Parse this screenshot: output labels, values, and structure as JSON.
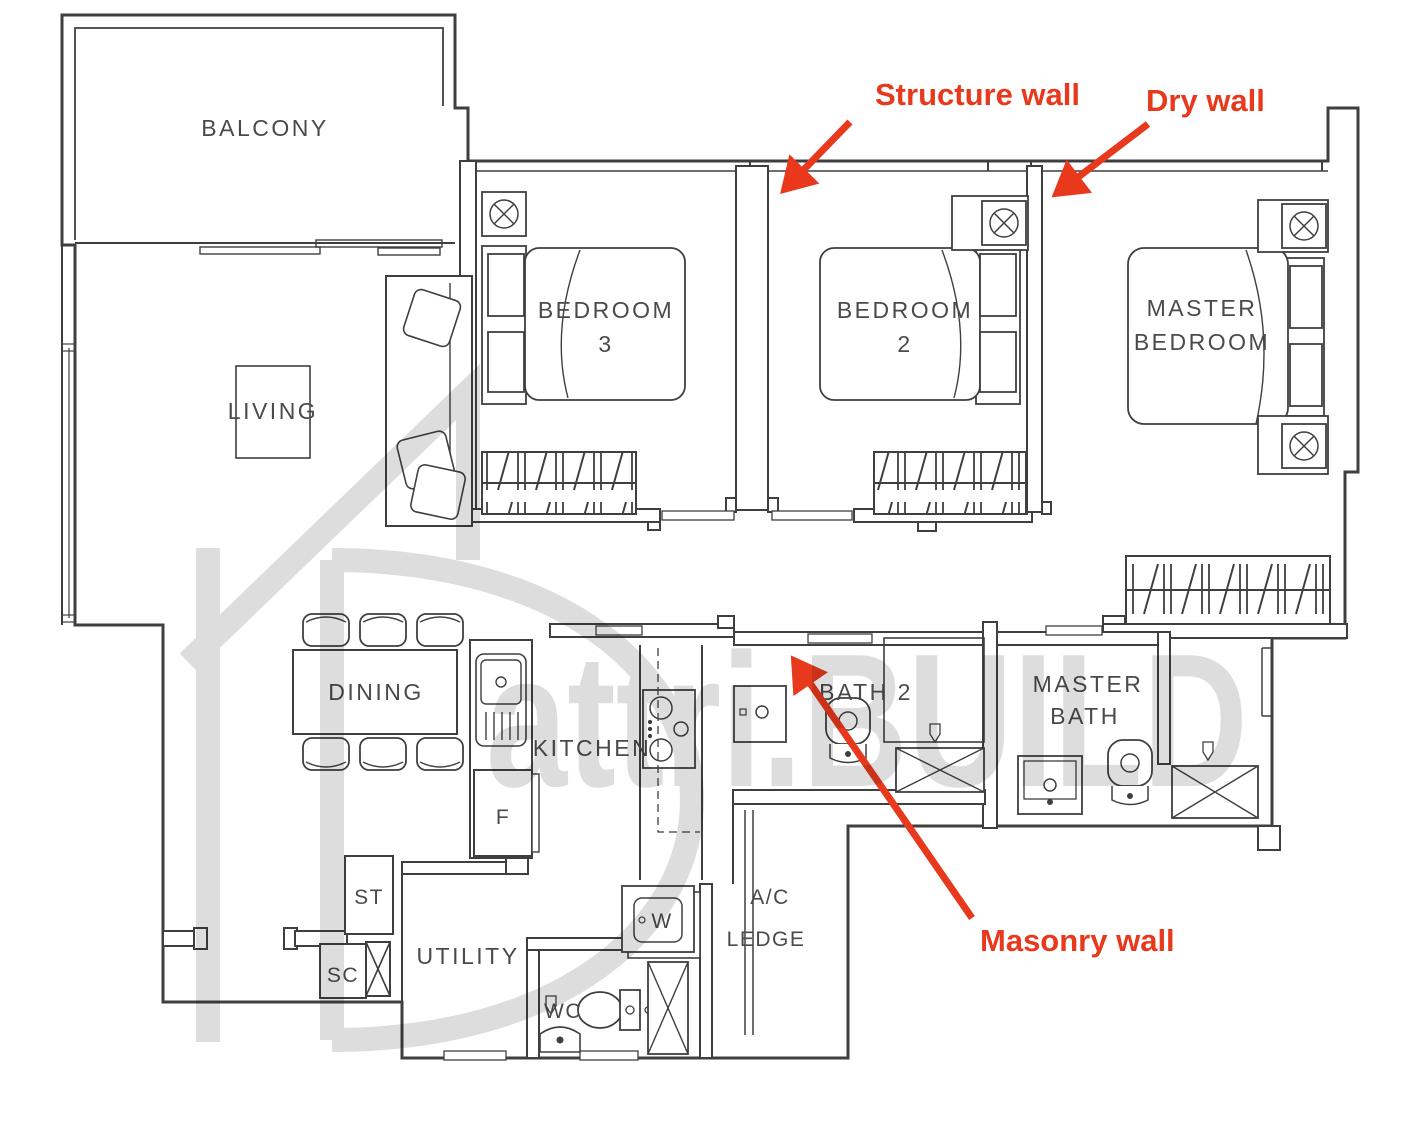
{
  "colors": {
    "plan_line": "#3f3f3f",
    "annotation": "#e8391c",
    "watermark": "#d2d2d2",
    "background": "#ffffff"
  },
  "annotations": {
    "structure_wall": "Structure wall",
    "dry_wall": "Dry wall",
    "masonry_wall": "Masonry wall"
  },
  "rooms": {
    "balcony": "BALCONY",
    "living": "LIVING",
    "dining": "DINING",
    "kitchen": "KITCHEN",
    "bedroom3_line1": "BEDROOM",
    "bedroom3_line2": "3",
    "bedroom2_line1": "BEDROOM",
    "bedroom2_line2": "2",
    "master_bedroom_line1": "MASTER",
    "master_bedroom_line2": "BEDROOM",
    "bath2": "BATH 2",
    "master_bath_line1": "MASTER",
    "master_bath_line2": "BATH",
    "utility": "UTILITY",
    "wc": "WC",
    "store": "ST",
    "shoe_cabinet": "SC",
    "ac_ledge_line1": "A/C",
    "ac_ledge_line2": "LEDGE"
  },
  "fixtures": {
    "fridge": "F",
    "washer": "W"
  },
  "icons": {
    "fan": "fan-symbol (circle with cross in square)",
    "shower": "crossed-rectangle floor trap",
    "wardrobe": "hatched wardrobe band"
  },
  "watermark": {
    "logo": "house-d-logo",
    "text": "attri.BUILD"
  }
}
